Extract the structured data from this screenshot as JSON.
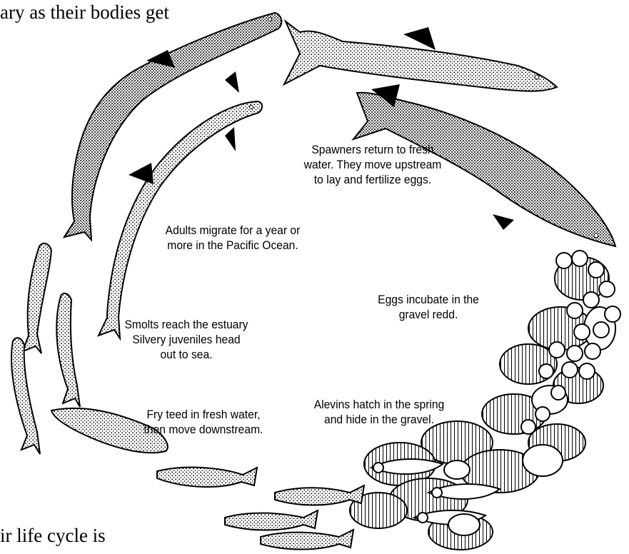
{
  "fragments": {
    "top": "ary as their bodies get",
    "bottom": "ir life cycle is"
  },
  "stages": {
    "spawners": "Spawners return to fresh\nwater. They move upstream\nto lay and fertilize eggs.",
    "eggs": "Eggs incubate in the\ngravel redd.",
    "alevins": "Alevins hatch in the spring\nand hide in the gravel.",
    "fry": "Fry teed in fresh water,\nthen move downstream.",
    "smolts": "Smolts reach the estuary\nSilvery juveniles head\nout to sea.",
    "adults": "Adults migrate for a year or\nmore in the Pacific Ocean."
  }
}
